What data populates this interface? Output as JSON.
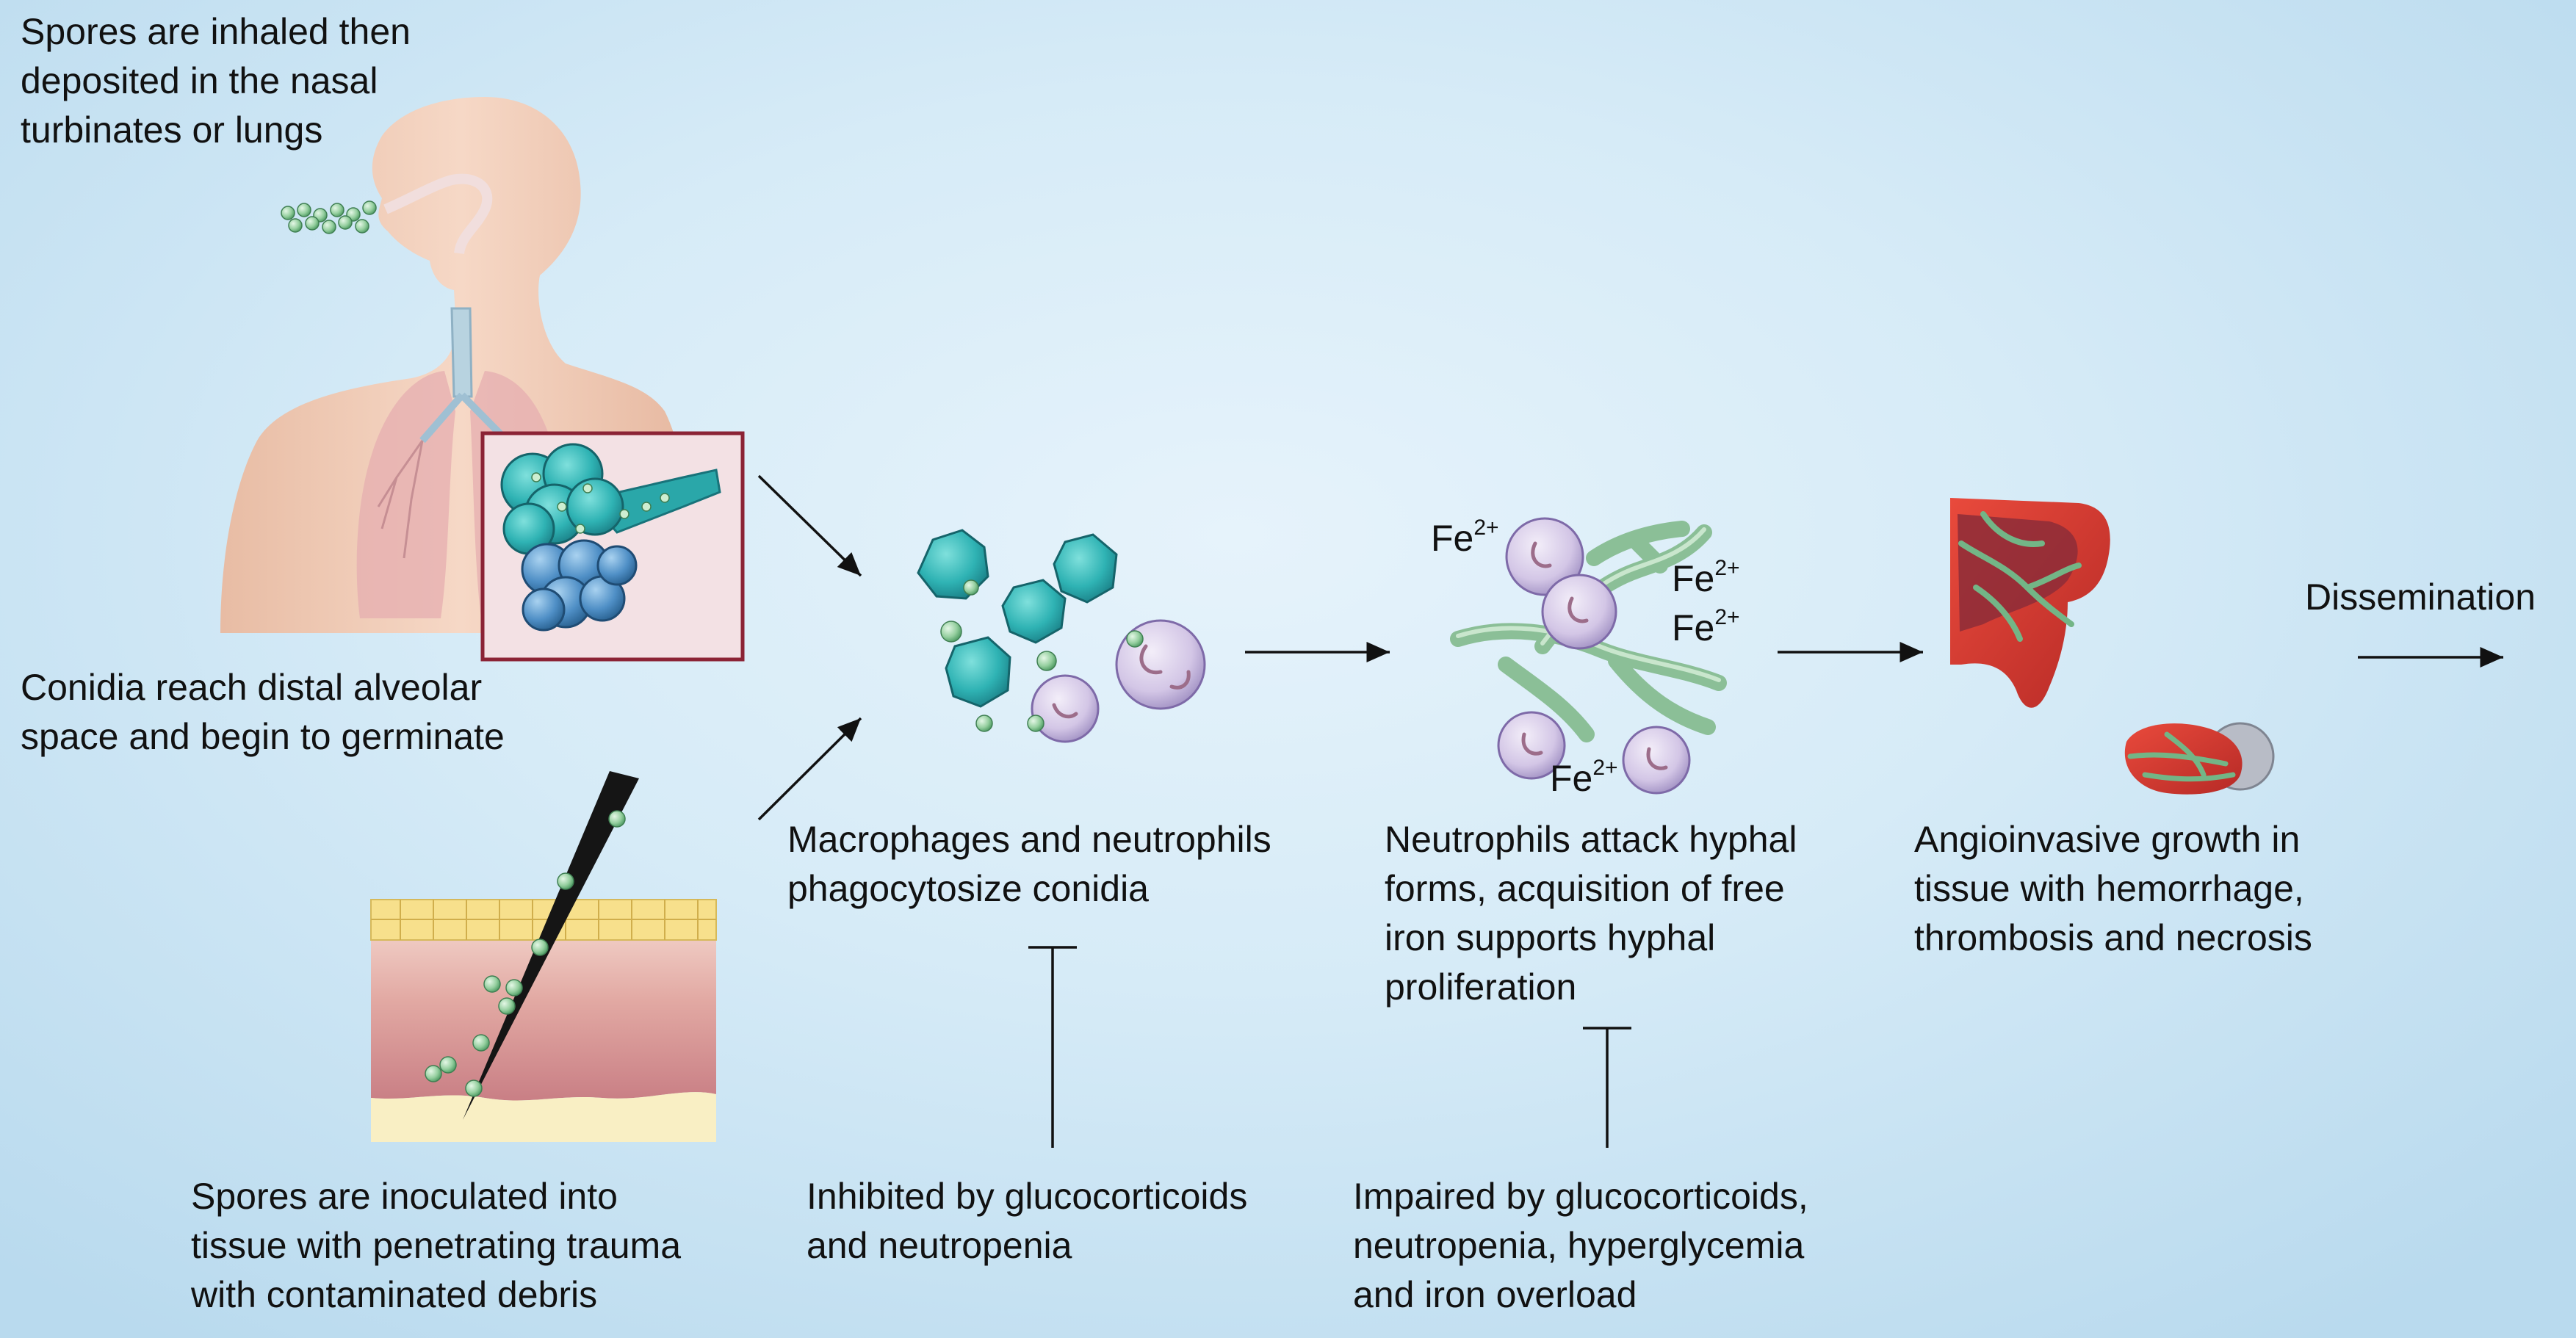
{
  "steps": {
    "inhalation": [
      "Spores are inhaled then",
      "deposited in the nasal",
      "turbinates or lungs"
    ],
    "alveolar": [
      "Conidia reach distal alveolar",
      "space and begin to germinate"
    ],
    "inoculation": [
      "Spores are inoculated into",
      "tissue with penetrating trauma",
      "with contaminated debris"
    ],
    "phagocytosis": [
      "Macrophages and neutrophils",
      "phagocytosize conidia"
    ],
    "hyphal_attack": [
      "Neutrophils attack hyphal",
      "forms, acquisition of free",
      "iron supports hyphal",
      "proliferation"
    ],
    "angioinvasion": [
      "Angioinvasive growth in",
      "tissue with hemorrhage,",
      "thrombosis and necrosis"
    ],
    "dissemination": "Dissemination"
  },
  "inhibitors": {
    "phagocytosis": [
      "Inhibited by glucocorticoids",
      "and neutropenia"
    ],
    "hyphal_attack": [
      "Impaired by glucocorticoids,",
      "neutropenia, hyperglycemia",
      "and iron overload"
    ]
  },
  "iron_labels": {
    "symbol": "Fe",
    "charge": "2+"
  }
}
